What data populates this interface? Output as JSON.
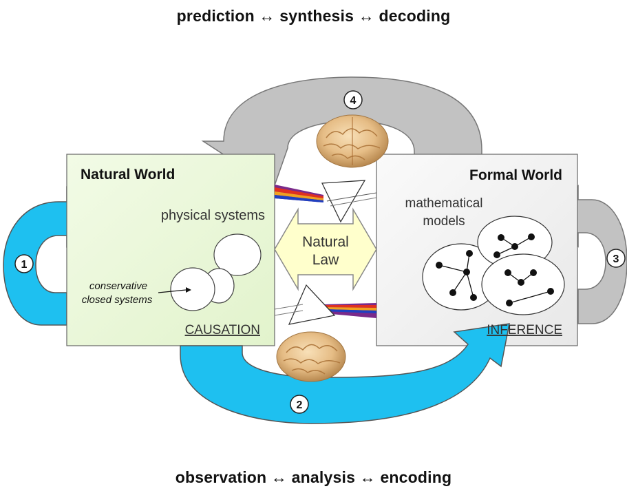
{
  "captions": {
    "top": "prediction ↔ synthesis ↔ decoding",
    "bottom": "observation ↔ analysis ↔ encoding"
  },
  "natural_world": {
    "title": "Natural World",
    "physical_systems": "physical systems",
    "conservative_line1": "conservative",
    "conservative_line2": "closed systems",
    "causation": "CAUSATION"
  },
  "formal_world": {
    "title": "Formal World",
    "models_line1": "mathematical",
    "models_line2": "models",
    "inference": "INFERENCE"
  },
  "natural_law": {
    "line1": "Natural",
    "line2": "Law"
  },
  "loops": {
    "one": "1",
    "two": "2",
    "three": "3",
    "four": "4"
  },
  "colors": {
    "natural_panel": "#eaf7d9",
    "formal_panel": "#f0f0f0",
    "blue_arrow": "#1ec0f0",
    "gray_arrow": "#c0c0c0",
    "law_arrow": "#ffffcc"
  }
}
